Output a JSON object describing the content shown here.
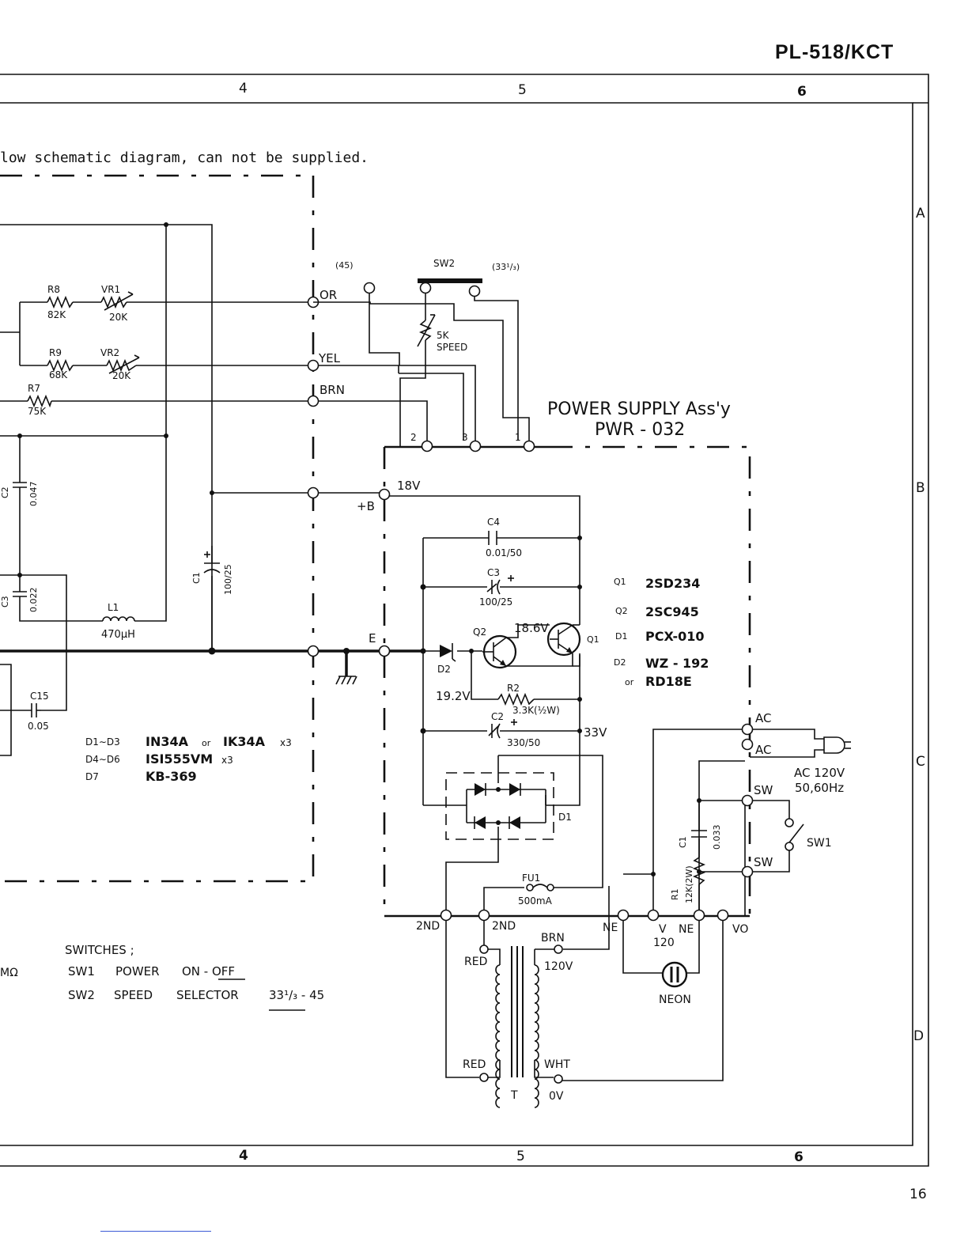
{
  "header": {
    "model": "PL-518/KCT"
  },
  "page_number": "16",
  "notice": "low schematic diagram, can not be supplied.",
  "grid": {
    "columns": [
      "4",
      "5",
      "6"
    ],
    "rows": [
      "A",
      "B",
      "C",
      "D"
    ]
  },
  "motor_board": {
    "resistors": [
      {
        "ref": "R8",
        "value": "82K"
      },
      {
        "ref": "R9",
        "value": "68K"
      },
      {
        "ref": "R7",
        "value": "75K"
      }
    ],
    "trimmers": [
      {
        "ref": "VR1",
        "value": "20K"
      },
      {
        "ref": "VR2",
        "value": "20K"
      }
    ],
    "capacitors": [
      {
        "ref": "C2",
        "value": "0.047"
      },
      {
        "ref": "C3",
        "value": "0.022"
      },
      {
        "ref": "C1",
        "value": "100/25"
      },
      {
        "ref": "C15",
        "value": "0.05"
      }
    ],
    "inductor": {
      "ref": "L1",
      "value": "470μH"
    },
    "diode_list": [
      {
        "ref": "D1∼D3",
        "part": "IN34A",
        "alt_word": "or",
        "alt": "IK34A",
        "qty": "x3"
      },
      {
        "ref": "D4∼D6",
        "part": "ISI555VM",
        "qty": "x3"
      },
      {
        "ref": "D7",
        "part": "KB-369"
      }
    ]
  },
  "connector": {
    "wires": [
      "OR",
      "YEL",
      "BRN"
    ],
    "common": "E"
  },
  "speed_switch": {
    "ref": "SW2",
    "pos_low": "(45)",
    "pos_high": "(33¹/₃)",
    "pot_value": "5K",
    "pot_label": "SPEED",
    "pins": [
      "2",
      "3",
      "1"
    ]
  },
  "power_supply": {
    "title": "POWER SUPPLY Ass'y",
    "code": "PWR - 032",
    "voltages": {
      "b_plus_label": "+B",
      "b_plus": "18V",
      "q_base": "18.6V",
      "zener": "19.2V",
      "raw": "33V"
    },
    "caps": [
      {
        "ref": "C4",
        "value": "0.01/50"
      },
      {
        "ref": "C3",
        "value": "100/25"
      },
      {
        "ref": "C2",
        "value": "330/50"
      },
      {
        "ref": "C1",
        "value": "0.033"
      }
    ],
    "resistors": [
      {
        "ref": "R2",
        "value": "3.3K(½W)"
      },
      {
        "ref": "R1",
        "value": "12K(2W)"
      }
    ],
    "diodes": [
      "D2",
      "D1"
    ],
    "transistors": [
      "Q1",
      "Q2"
    ],
    "semis": [
      {
        "ref": "Q1",
        "part": "2SD234"
      },
      {
        "ref": "Q2",
        "part": "2SC945"
      },
      {
        "ref": "D1",
        "part": "PCX-010"
      },
      {
        "ref": "D2",
        "part": "WZ - 192",
        "alt_word": "or",
        "alt": "RD18E"
      }
    ],
    "fuse": {
      "ref": "FU1",
      "value": "500mA"
    },
    "terminals": [
      "AC",
      "AC",
      "SW",
      "SW",
      "2ND",
      "2ND",
      "NE",
      "V",
      "120",
      "NE",
      "VO"
    ],
    "mains": {
      "line1": "AC 120V",
      "line2": "50,60Hz"
    },
    "power_switch": "SW1",
    "neon": "NEON",
    "transformer": {
      "ref": "T",
      "leads": [
        "RED",
        "RED",
        "BRN",
        "120V",
        "WHT",
        "0V"
      ]
    }
  },
  "switches_legend": {
    "title": "SWITCHES ;",
    "rows": [
      {
        "ref": "SW1",
        "name": "POWER",
        "value": "ON - OFF"
      },
      {
        "ref": "SW2",
        "name": "SPEED",
        "sub": "SELECTOR",
        "value": "33¹/₃ - 45"
      }
    ]
  },
  "edge_fragment": "MΩ"
}
